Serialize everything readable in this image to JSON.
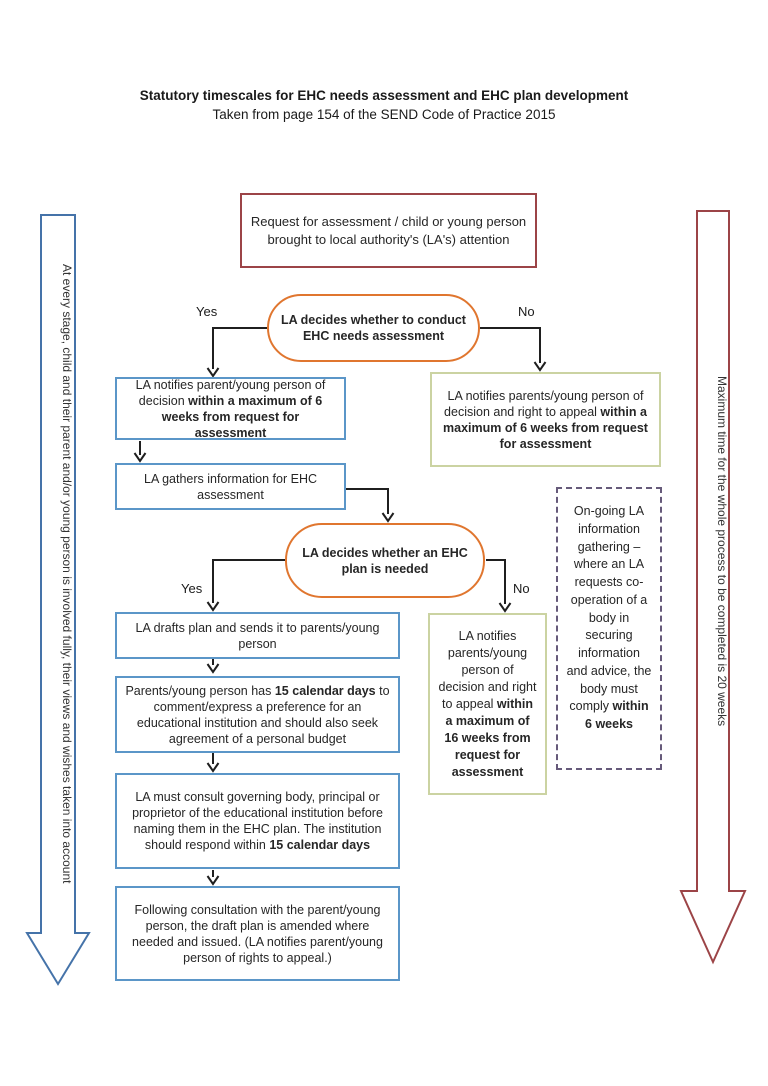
{
  "page": {
    "title": "Statutory timescales for EHC needs assessment and EHC plan development",
    "subtitle": "Taken from page 154 of the SEND Code of Practice 2015"
  },
  "side_arrows": {
    "left": {
      "text": "At every stage, child and their parent and/or young person is involved fully, their views and wishes taken into account",
      "outline_color": "#4573a9"
    },
    "right": {
      "text": "Maximum time for the whole process to be completed is 20 weeks",
      "outline_color": "#9c4447"
    }
  },
  "colors": {
    "maroon_border": "#9c4447",
    "orange_border": "#e0762f",
    "blue_border": "#5b96c8",
    "green_border": "#cbd3a2",
    "purple_dashed_border": "#665a7a",
    "connector": "#1f1f1f"
  },
  "labels": {
    "yes1": "Yes",
    "no1": "No",
    "yes2": "Yes",
    "no2": "No"
  },
  "nodes": {
    "request": {
      "parts": [
        {
          "text": "Request for assessment / child or young person brought to local authority's (LA's) attention",
          "bold": false
        }
      ]
    },
    "decision_conduct": {
      "parts": [
        {
          "text": "LA decides whether to conduct EHC needs assessment",
          "bold": true
        }
      ]
    },
    "notify_yes": {
      "parts": [
        {
          "text": "LA notifies parent/young person of decision ",
          "bold": false
        },
        {
          "text": "within a maximum of 6 weeks from request for assessment",
          "bold": true
        }
      ]
    },
    "notify_no": {
      "parts": [
        {
          "text": "LA notifies parents/young person of decision and right to appeal ",
          "bold": false
        },
        {
          "text": "within a maximum of 6 weeks from request for assessment",
          "bold": true
        }
      ]
    },
    "gathers": {
      "parts": [
        {
          "text": "LA gathers information for EHC assessment",
          "bold": false
        }
      ]
    },
    "decision_plan": {
      "parts": [
        {
          "text": "LA decides whether an EHC plan is needed",
          "bold": true
        }
      ]
    },
    "drafts": {
      "parts": [
        {
          "text": "LA drafts plan and sends it to parents/young person",
          "bold": false
        }
      ]
    },
    "comment": {
      "parts": [
        {
          "text": "Parents/young person has ",
          "bold": false
        },
        {
          "text": "15 calendar days",
          "bold": true
        },
        {
          "text": " to comment/express a preference for an educational institution and should also seek agreement of a personal budget",
          "bold": false
        }
      ]
    },
    "consult": {
      "parts": [
        {
          "text": "LA must consult governing body, principal or proprietor of the educational institution before naming them in the EHC plan. The institution should respond within ",
          "bold": false
        },
        {
          "text": "15 calendar days",
          "bold": true
        }
      ]
    },
    "issue": {
      "parts": [
        {
          "text": "Following consultation with the parent/young person, the draft plan is amended where needed and issued. (LA notifies parent/young person of rights to appeal.)",
          "bold": false
        }
      ]
    },
    "notify_no_16": {
      "parts": [
        {
          "text": "LA notifies parents/young person of decision and right to appeal ",
          "bold": false
        },
        {
          "text": "within a maximum of 16 weeks from request for assessment",
          "bold": true
        }
      ]
    },
    "ongoing": {
      "parts": [
        {
          "text": "On-going LA information gathering – where an LA requests co-operation of a body in securing information and advice, the body must comply ",
          "bold": false
        },
        {
          "text": "within 6 weeks",
          "bold": true
        }
      ]
    }
  }
}
